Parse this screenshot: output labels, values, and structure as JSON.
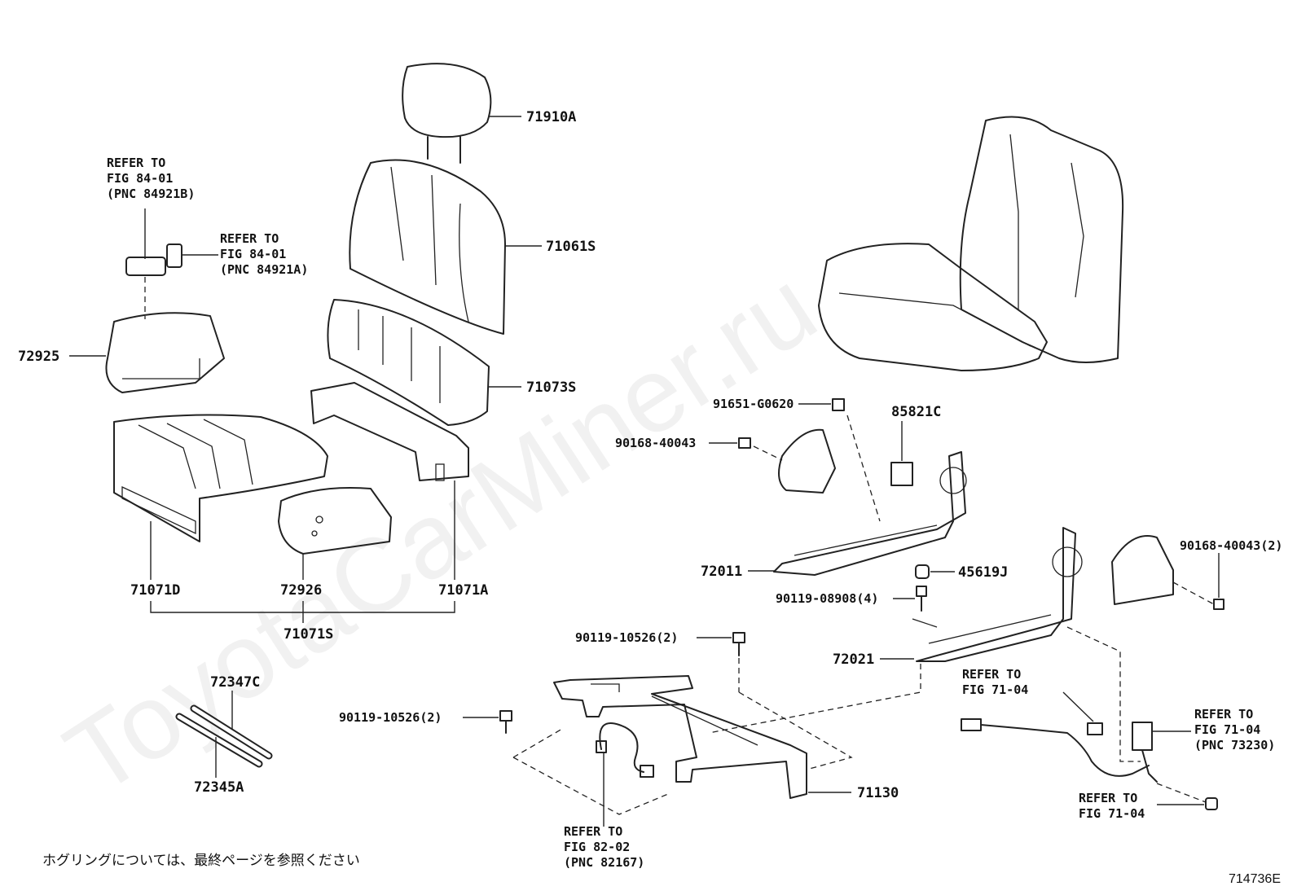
{
  "watermark": "ToyotaCarMiner.ru",
  "note_jp": "ホグリングについては、最終ページを参照ください",
  "figure_code": "714736E",
  "labels": {
    "p71910A": "71910A",
    "p71061S": "71061S",
    "p71073S": "71073S",
    "p72925": "72925",
    "p71071D": "71071D",
    "p72926": "72926",
    "p71071A": "71071A",
    "p71071S": "71071S",
    "p72347C": "72347C",
    "p72345A": "72345A",
    "p91651": "91651-G0620",
    "p85821C": "85821C",
    "p90168a": "90168-40043",
    "p72011": "72011",
    "p45619J": "45619J",
    "p90119_089": "90119-08908(4)",
    "p90168b": "90168-40043(2)",
    "p90119_105a": "90119-10526(2)",
    "p72021": "72021",
    "p90119_105b": "90119-10526(2)",
    "p71130": "71130"
  },
  "refs": {
    "r1": [
      "REFER TO",
      "FIG 84-01",
      "(PNC 84921B)"
    ],
    "r2": [
      "REFER TO",
      "FIG 84-01",
      "(PNC 84921A)"
    ],
    "r3": [
      "REFER TO",
      "FIG 71-04"
    ],
    "r4": [
      "REFER TO",
      "FIG 71-04",
      "(PNC 73230)"
    ],
    "r5": [
      "REFER TO",
      "FIG 71-04"
    ],
    "r6": [
      "REFER TO",
      "FIG 82-02",
      "(PNC 82167)"
    ]
  }
}
